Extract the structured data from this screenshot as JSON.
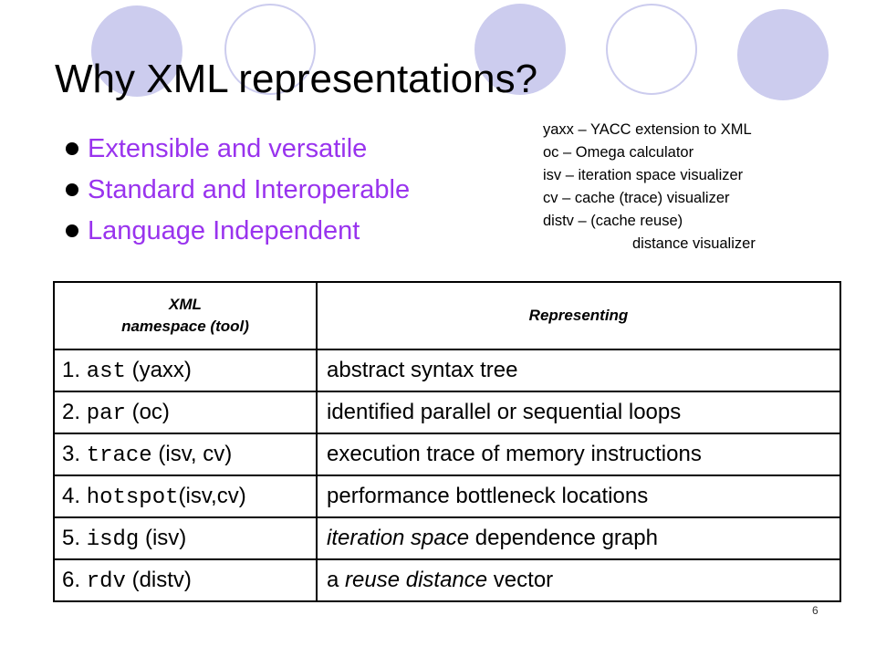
{
  "slide": {
    "title": "Why XML representations?",
    "page_number": "6"
  },
  "bullets": [
    "Extensible and versatile",
    "Standard and Interoperable",
    "Language Independent"
  ],
  "legend": [
    "yaxx – YACC extension to XML",
    "oc – Omega calculator",
    "isv – iteration space visualizer",
    "cv – cache (trace) visualizer",
    "distv – (cache reuse)",
    "distance visualizer"
  ],
  "table": {
    "header_col1_line1": "XML",
    "header_col1_line2": "namespace (tool)",
    "header_col2": "Representing",
    "rows": [
      {
        "num": "1.",
        "ns": "ast",
        "tool": "(yaxx)",
        "desc": "abstract syntax tree"
      },
      {
        "num": "2.",
        "ns": "par",
        "tool": "(oc)",
        "desc": "identified parallel or sequential loops"
      },
      {
        "num": "3.",
        "ns": "trace",
        "tool": "(isv, cv)",
        "desc": "execution trace of memory instructions"
      },
      {
        "num": "4.",
        "ns": "hotspot",
        "tool": "(isv,cv)",
        "desc": "performance bottleneck locations"
      },
      {
        "num": "5.",
        "ns": "isdg",
        "tool": "(isv)",
        "desc_italic": "iteration space",
        "desc_rest": "dependence graph"
      },
      {
        "num": "6.",
        "ns": "rdv",
        "tool": "(distv)",
        "desc_pre": "a",
        "desc_italic": "reuse distance",
        "desc_rest": "vector"
      }
    ]
  },
  "colors": {
    "bullet_text": "#9933ee",
    "decor_circle": "#ccccee"
  }
}
